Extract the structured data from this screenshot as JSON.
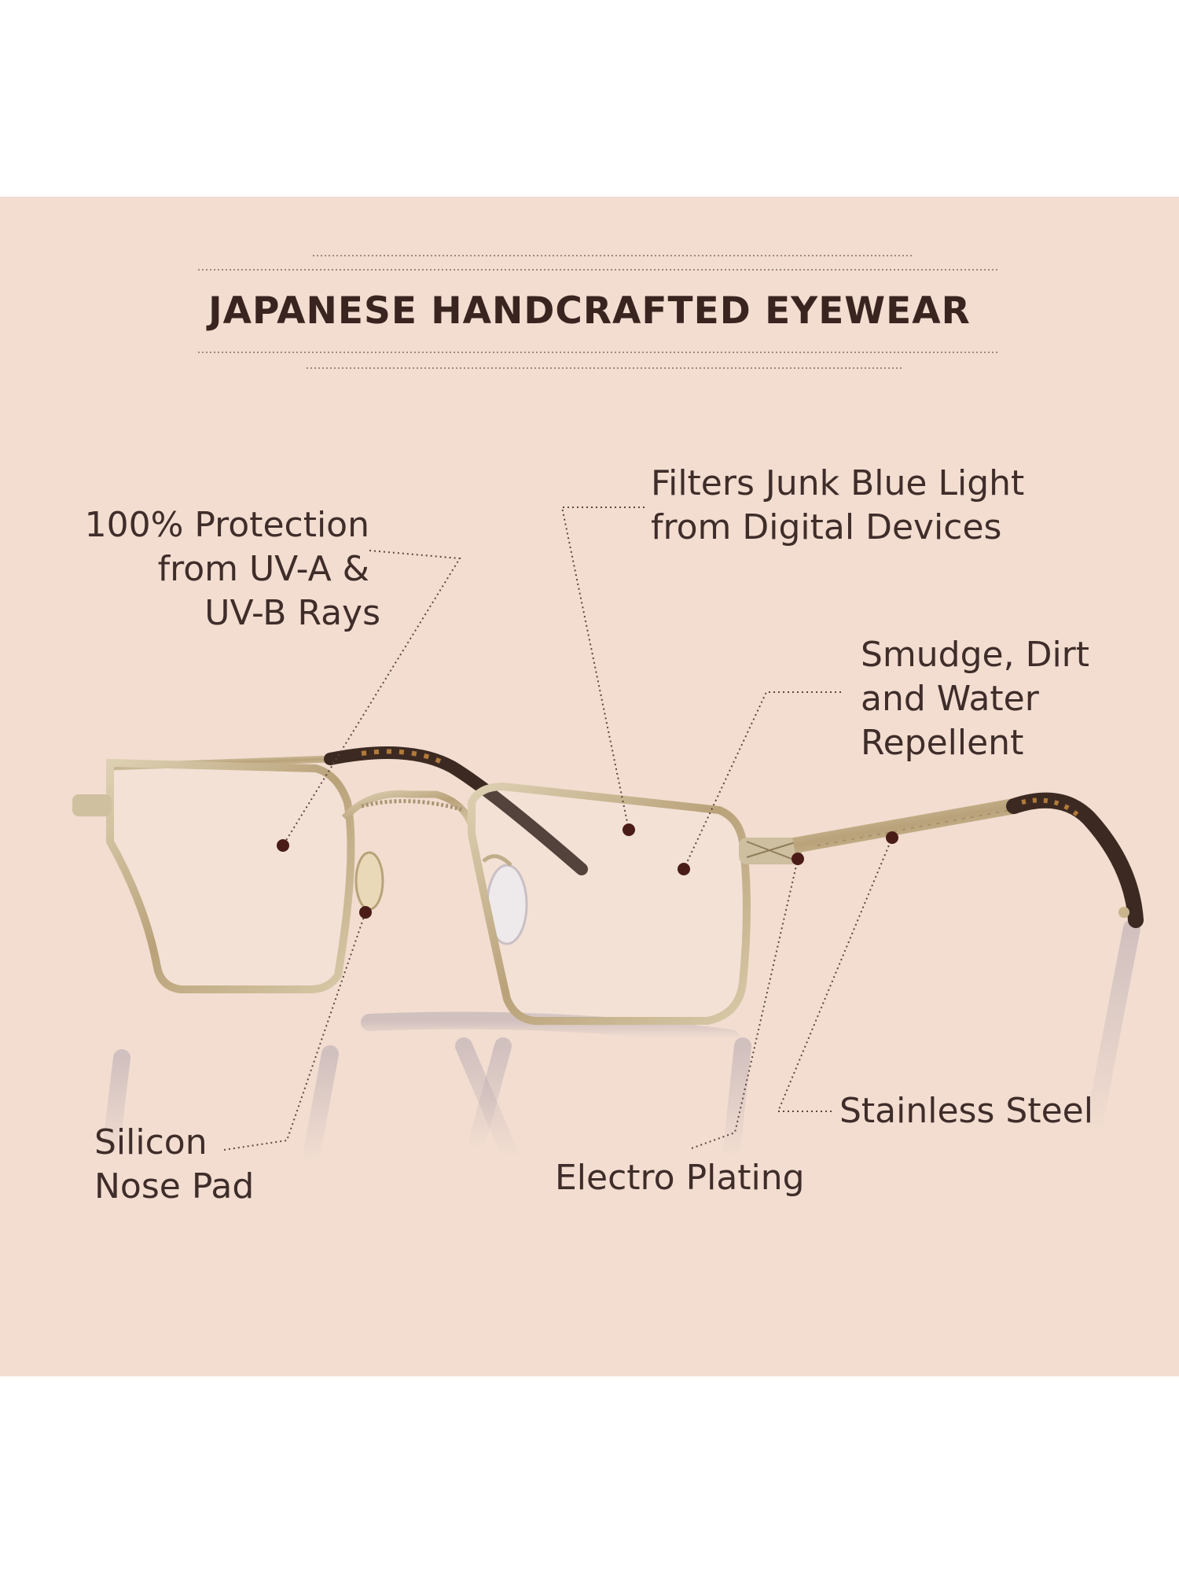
{
  "title": "JAPANESE HANDCRAFTED EYEWEAR",
  "colors": {
    "panel_background": "#f2ddd0",
    "text": "#3f2d2a",
    "frame_gold": "#c9b48c",
    "tortoise": "#3c2a22",
    "dot": "#4a1c18"
  },
  "callouts": {
    "uv_protection": [
      "100% Protection",
      "from UV-A &",
      "UV-B Rays"
    ],
    "blue_light": [
      "Filters Junk Blue Light",
      "from Digital Devices"
    ],
    "repellent": [
      "Smudge, Dirt",
      "and Water",
      "Repellent"
    ],
    "nose_pad": [
      "Silicon",
      "Nose Pad"
    ],
    "electro_plating": [
      "Electro Plating"
    ],
    "stainless_steel": [
      "Stainless Steel"
    ]
  }
}
